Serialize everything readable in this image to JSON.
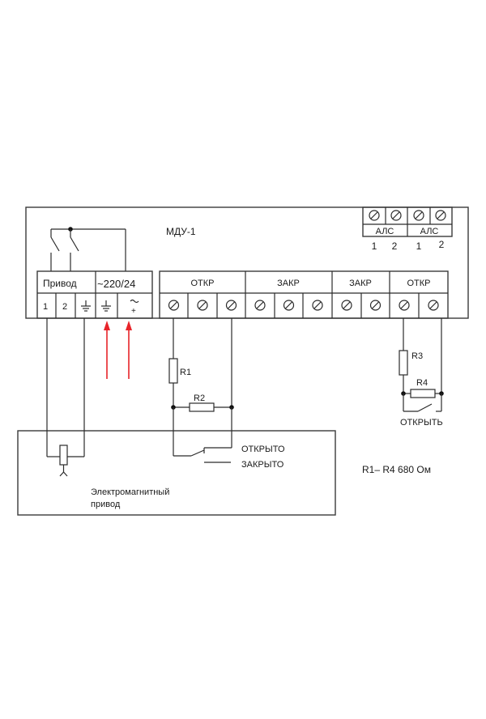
{
  "device": {
    "title": "МДУ-1",
    "drive_block": {
      "header_left": "Привод",
      "header_right": "~220/24",
      "terminals": [
        "1",
        "2",
        "ground",
        "ground",
        "ac-plus"
      ],
      "terminal_labels": [
        "1",
        "2",
        "⏚",
        "⏚",
        "~"
      ],
      "ac_plus_sub": "+"
    },
    "relay_groups": [
      {
        "label": "ОТКР",
        "terminals": 3
      },
      {
        "label": "ЗАКР",
        "terminals": 3
      },
      {
        "label": "ЗАКР",
        "terminals": 2
      },
      {
        "label": "ОТКР",
        "terminals": 2
      }
    ],
    "als_groups": [
      {
        "label": "АЛС",
        "numbers": [
          "1",
          "2"
        ]
      },
      {
        "label": "АЛС",
        "numbers": [
          "1",
          "2"
        ]
      }
    ]
  },
  "actuator": {
    "label_line1": "Электромагнитный",
    "label_line2": "привод",
    "switch_open": "ОТКРЫТО",
    "switch_closed": "ЗАКРЫТО"
  },
  "resistors": {
    "r1": "R1",
    "r2": "R2",
    "r3": "R3",
    "r4": "R4"
  },
  "button_label": "ОТКРЫТЬ",
  "note": "R1– R4  680 Ом",
  "arrow_color": "#e8242a"
}
